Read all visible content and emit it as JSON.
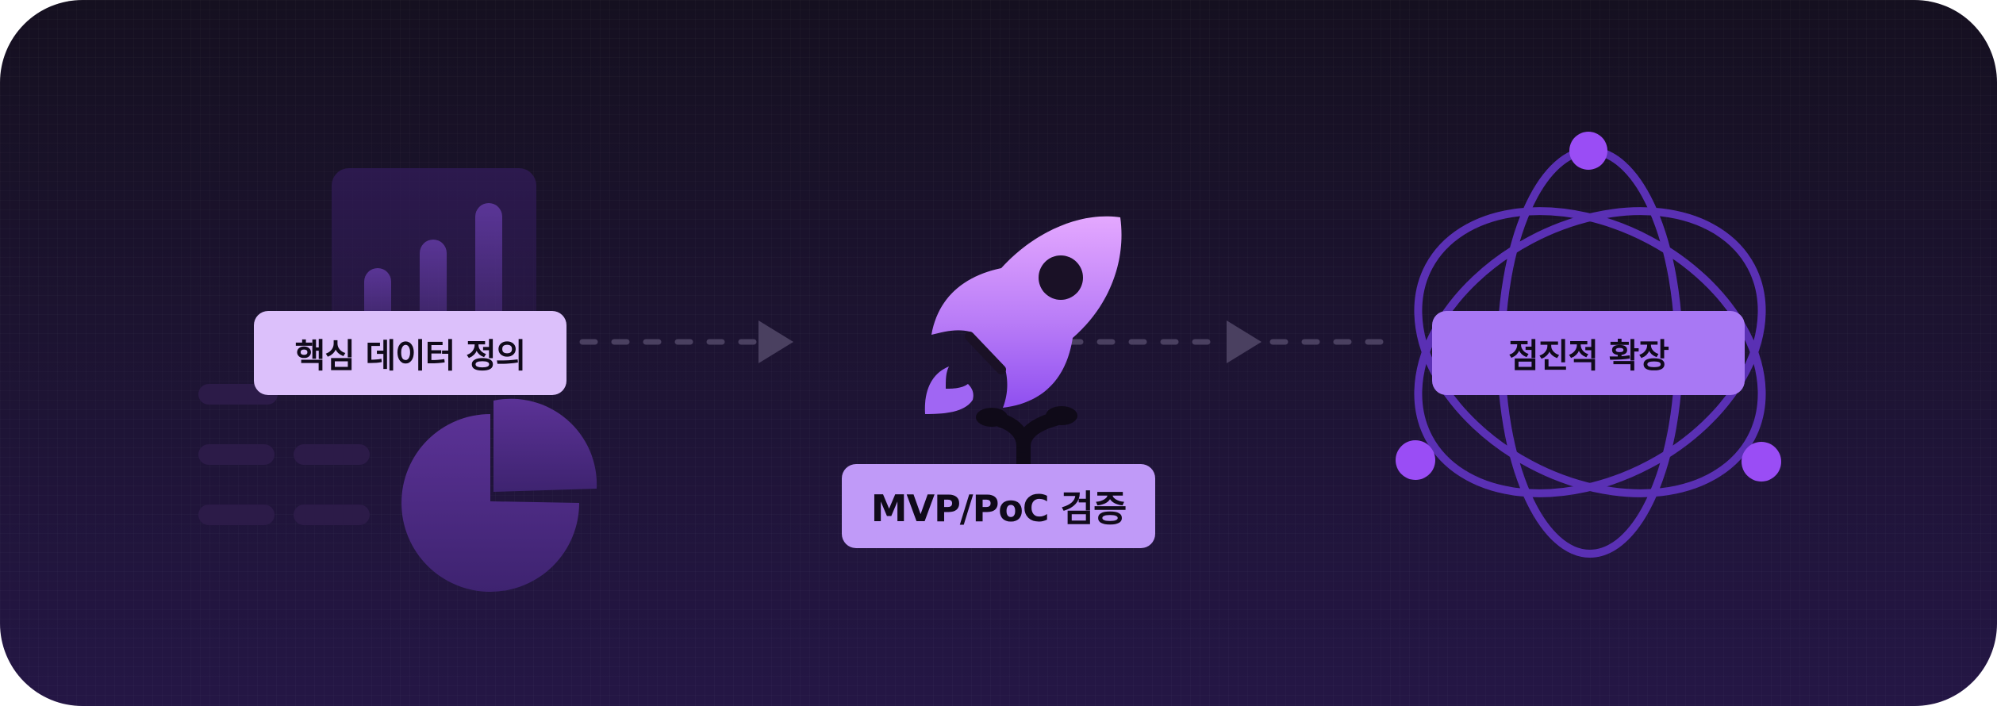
{
  "colors": {
    "background_top": "#151020",
    "background_bottom": "#241645",
    "stage1_label_bg": "#dcc0fb",
    "stage2_label_bg": "#c09af8",
    "stage3_label_bg": "#a878f4",
    "accent_purple": "#9a4df5",
    "orbit_purple": "#5a30b4",
    "arrow_gray": "#4a4060"
  },
  "stages": [
    {
      "label": "핵심 데이터 정의",
      "icon": "analytics-dashboard-icon"
    },
    {
      "label": "MVP/PoC 검증",
      "icon": "rocket-icon"
    },
    {
      "label": "점진적 확장",
      "icon": "atom-icon"
    }
  ],
  "connectors": [
    {
      "from": 0,
      "to": 1,
      "style": "dashed-arrow"
    },
    {
      "from": 1,
      "to": 2,
      "style": "dashed-arrow"
    }
  ]
}
